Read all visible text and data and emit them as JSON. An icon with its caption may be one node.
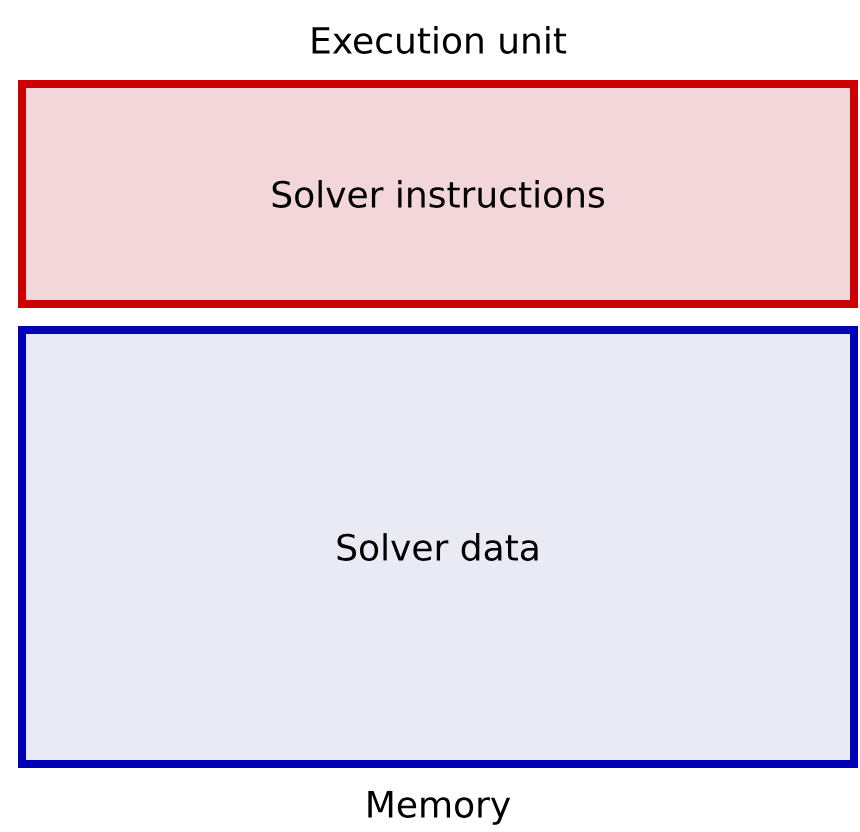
{
  "diagram": {
    "nodes": [
      {
        "text": [
          "Execution unit",
          "Solver instructions"
        ]
      },
      {
        "text": [
          "Solver data",
          "Memory"
        ]
      }
    ]
  }
}
